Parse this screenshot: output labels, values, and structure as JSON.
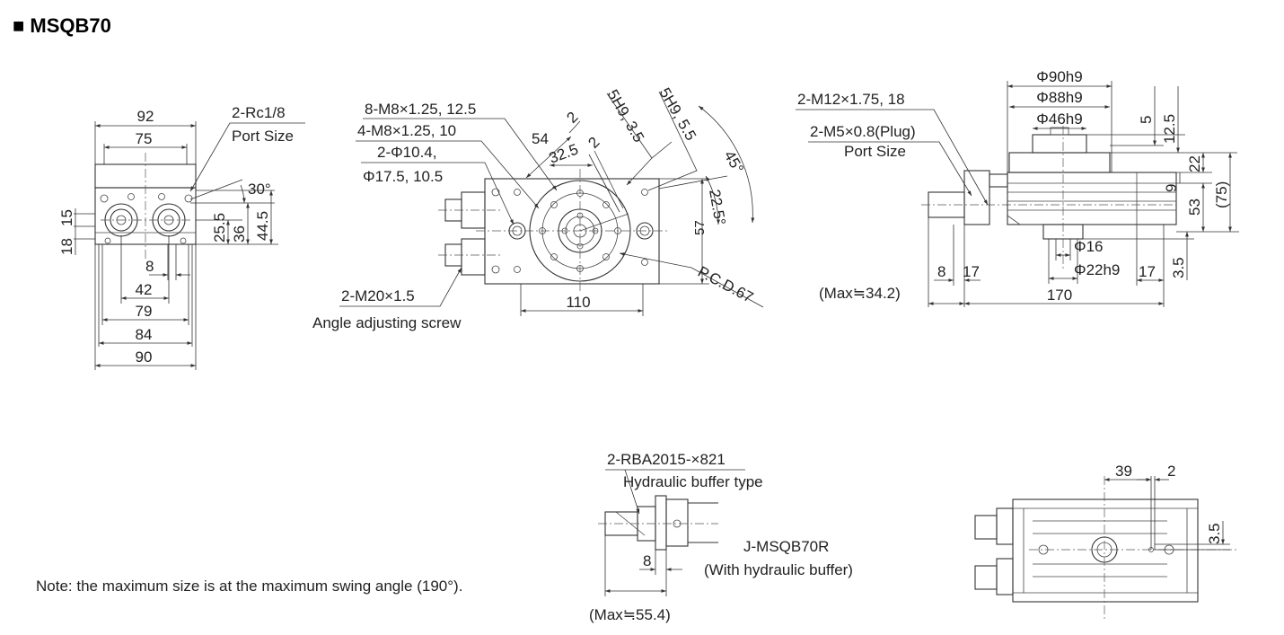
{
  "title": "■ MSQB70",
  "note": "Note: the maximum size is at the maximum swing angle (190°).",
  "side_view": {
    "port": "2-Rc1/8",
    "port_size": "Port Size",
    "d92": "92",
    "d75": "75",
    "angle": "30°",
    "d15": "15",
    "d18": "18",
    "d25_5": "25.5",
    "d36": "36",
    "d44_5": "44.5",
    "d8": "8",
    "d42": "42",
    "d79": "79",
    "d84": "84",
    "d90": "90"
  },
  "front_view": {
    "tap1": "8-M8×1.25, 12.5",
    "tap2": "4-M8×1.25, 10",
    "hole1": "2-Φ10.4,",
    "hole2": "Φ17.5, 10.5",
    "d54": "54",
    "d2a": "2",
    "d32_5": "32.5",
    "d2b": "2",
    "slot1": "5H9, 3.5",
    "slot2": "5H9, 5.5",
    "a45": "45°",
    "a22_5": "22.5°",
    "d57": "57",
    "pcd": "P.C.D.67",
    "d110": "110",
    "screw": "2-M20×1.5",
    "screw_desc": "Angle adjusting screw"
  },
  "top_view": {
    "phi90": "Φ90h9",
    "phi88": "Φ88h9",
    "phi46": "Φ46h9",
    "m12": "2-M12×1.75, 18",
    "plug": "2-M5×0.8(Plug)",
    "port_size": "Port Size",
    "d5": "5",
    "d12_5": "12.5",
    "d22": "22",
    "d75p": "(75)",
    "d9": "9",
    "d53": "53",
    "phi16": "Φ16",
    "phi22": "Φ22h9",
    "d3_5": "3.5",
    "d8": "8",
    "d17a": "17",
    "d17b": "17",
    "dmax": "(Max≒34.2)",
    "d170": "170"
  },
  "buffer_view": {
    "part": "2-RBA2015-×821",
    "type": "Hydraulic buffer type",
    "model": "J-MSQB70R",
    "desc": "(With hydraulic buffer)",
    "d8": "8",
    "dmax": "(Max≒55.4)"
  },
  "bottom_view": {
    "d39": "39",
    "d2": "2",
    "d3_5": "3.5"
  }
}
